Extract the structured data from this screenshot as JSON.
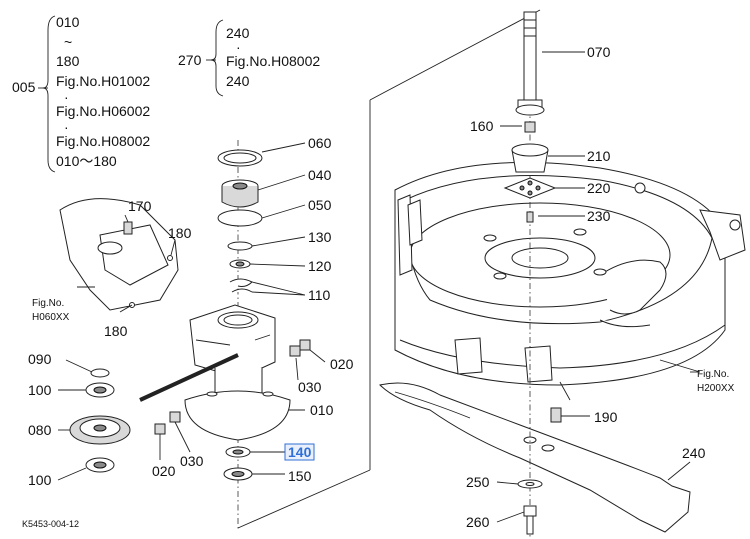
{
  "legend_005": {
    "ref": "005",
    "lines": [
      "010",
      "~",
      "180",
      "Fig.No.H01002",
      "·",
      "Fig.No.H06002",
      "·",
      "Fig.No.H08002",
      "010～180"
    ]
  },
  "legend_270": {
    "ref": "270",
    "lines": [
      "240",
      "·",
      "Fig.No.H08002",
      "240"
    ]
  },
  "callouts": {
    "p070": "070",
    "p160": "160",
    "p210": "210",
    "p220": "220",
    "p230": "230",
    "p060": "060",
    "p040": "040",
    "p050": "050",
    "p130": "130",
    "p120": "120",
    "p110": "110",
    "p170": "170",
    "p180a": "180",
    "p180b": "180",
    "p090": "090",
    "p100a": "100",
    "p080": "080",
    "p100b": "100",
    "p020a": "020",
    "p030a": "030",
    "p020b": "020",
    "p030b": "030",
    "p010": "010",
    "p140": "140",
    "p150": "150",
    "p190": "190",
    "p240": "240",
    "p250": "250",
    "p260": "260"
  },
  "refs": {
    "fig_h060_line1": "Fig.No.",
    "fig_h060_line2": "H060XX",
    "fig_h200_line1": "Fig.No.",
    "fig_h200_line2": "H200XX"
  },
  "footer": {
    "code": "K5453-004-12"
  },
  "colors": {
    "highlight": "#2f6fd6",
    "ink": "#222222"
  }
}
